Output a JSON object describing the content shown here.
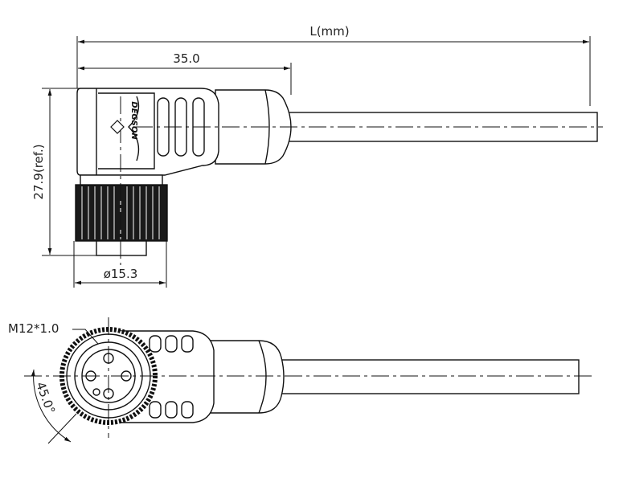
{
  "dimensions": {
    "overall_length": "L(mm)",
    "body_length": "35.0",
    "height": "27.9(ref.)",
    "diameter": "ø15.3",
    "thread": "M12*1.0",
    "angle": "45.0°"
  },
  "brand": {
    "logo": "DEGSON"
  }
}
